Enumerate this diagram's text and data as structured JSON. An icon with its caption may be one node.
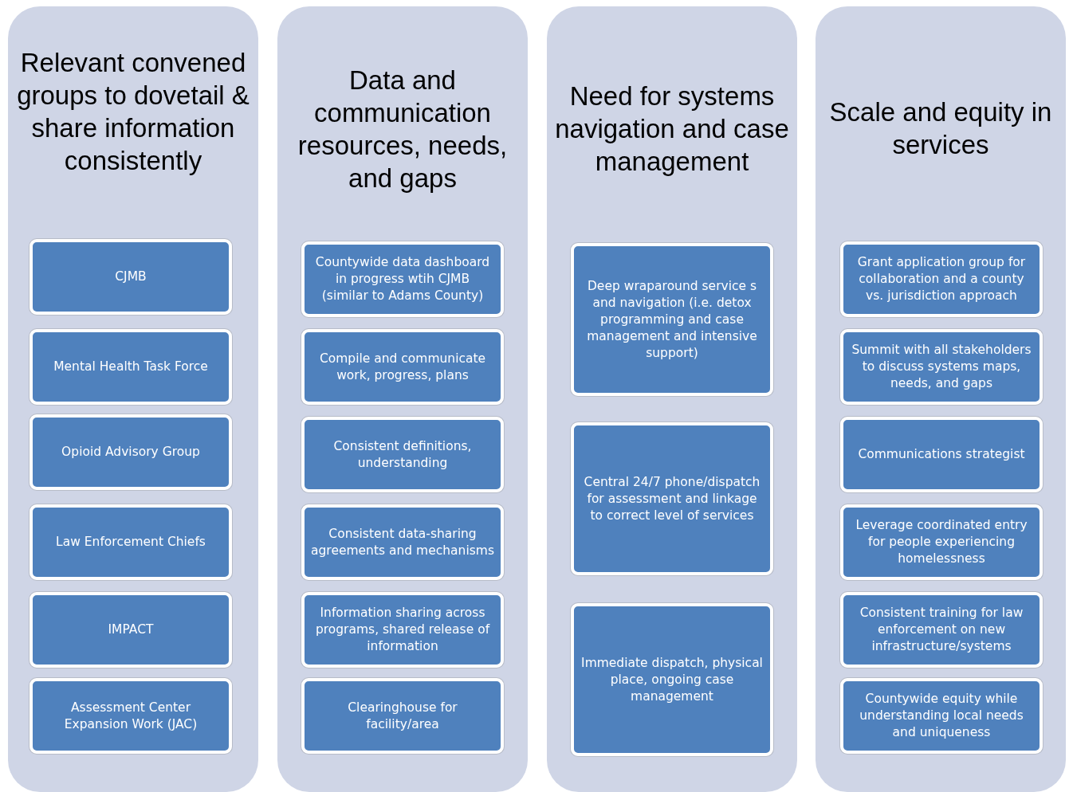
{
  "diagram": {
    "nodes": [
      {
        "text": [
          "Relevant convened groups to dovetail & share information consistently"
        ]
      },
      {
        "text": [
          "CJMB"
        ],
        "in": 0
      },
      {
        "text": [
          "Mental Health Task Force"
        ],
        "in": 0
      },
      {
        "text": [
          "Opioid Advisory Group"
        ],
        "in": 0
      },
      {
        "text": [
          "Law Enforcement Chiefs"
        ],
        "in": 0
      },
      {
        "text": [
          "IMPACT"
        ],
        "in": 0
      },
      {
        "text": [
          "Assessment Center Expansion Work (JAC)"
        ],
        "in": 0
      },
      {
        "text": [
          "Data and communication resources, needs, and gaps"
        ]
      },
      {
        "text": [
          "Countywide data dashboard in progress wtih CJMB (similar to Adams County)"
        ],
        "in": 7
      },
      {
        "text": [
          "Compile and communicate work, progress, plans"
        ],
        "in": 7
      },
      {
        "text": [
          "Consistent definitions, understanding"
        ],
        "in": 7
      },
      {
        "text": [
          "Consistent data-sharing agreements and mechanisms"
        ],
        "in": 7
      },
      {
        "text": [
          "Information sharing across programs, shared release of information"
        ],
        "in": 7
      },
      {
        "text": [
          "Clearinghouse for facility/area"
        ],
        "in": 7
      },
      {
        "text": [
          "Need for systems navigation and case management"
        ]
      },
      {
        "text": [
          "Deep wraparound service s and navigation (i.e. detox programming and case management and intensive support)"
        ],
        "in": 14
      },
      {
        "text": [
          "Central 24/7 phone/dispatch for assessment and linkage to correct level of services"
        ],
        "in": 14
      },
      {
        "text": [
          "Immediate dispatch, physical place, ongoing case management"
        ],
        "in": 14
      },
      {
        "text": [
          "Scale and equity in services"
        ]
      },
      {
        "text": [
          "Grant application group for collaboration and a county vs. jurisdiction approach"
        ],
        "in": 18
      },
      {
        "text": [
          "Summit with all stakeholders to discuss systems maps, needs, and gaps"
        ],
        "in": 18
      },
      {
        "text": [
          "Communications strategist"
        ],
        "in": 18
      },
      {
        "text": [
          "Leverage coordinated entry for people experiencing homelessness"
        ],
        "in": 18
      },
      {
        "text": [
          "Consistent training for law enforcement on new infrastructure/systems"
        ],
        "in": 18
      },
      {
        "text": [
          "Countywide equity while understanding local needs and uniqueness"
        ],
        "in": 18
      }
    ]
  }
}
